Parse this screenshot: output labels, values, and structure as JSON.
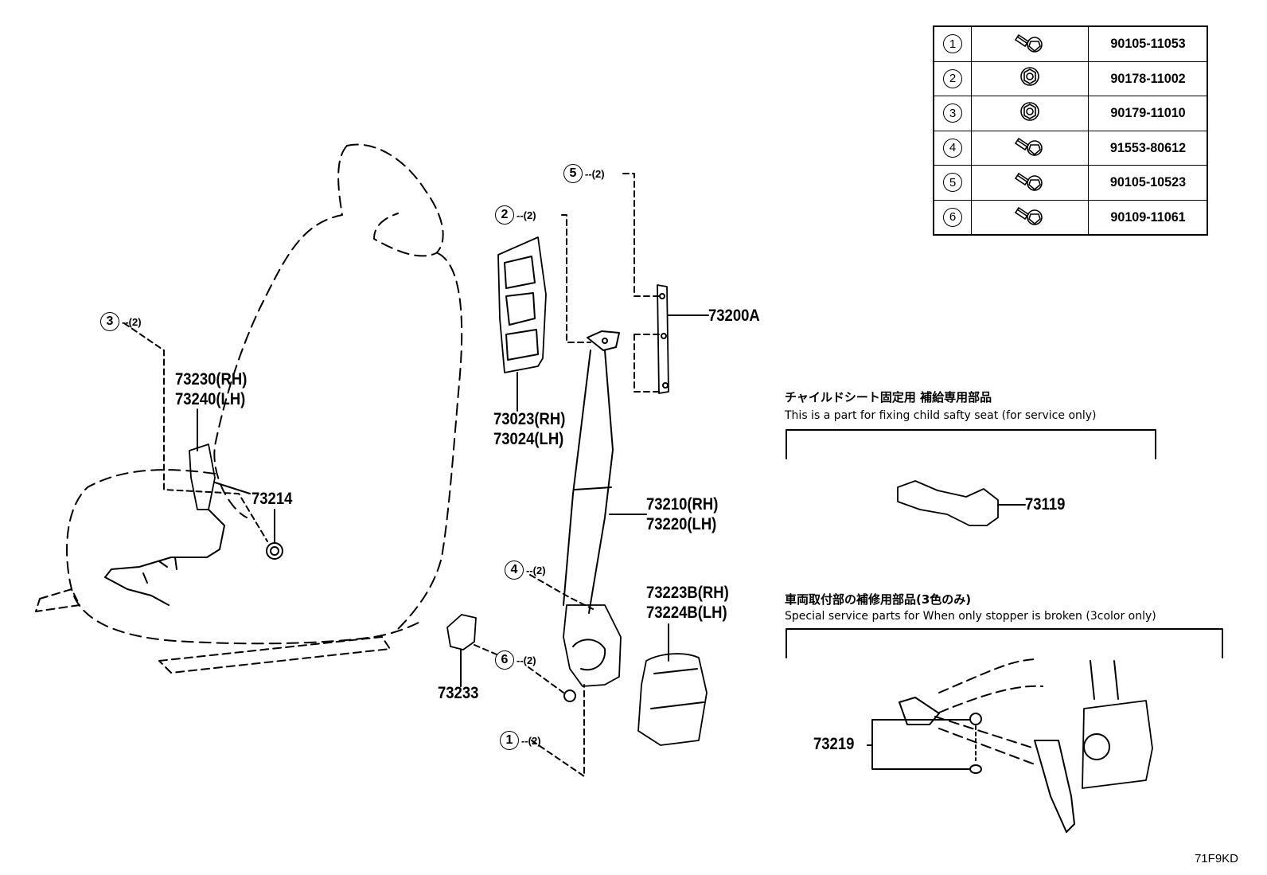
{
  "fastener_table": [
    {
      "num": "1",
      "icon": "bolt-icon",
      "part": "90105-11053"
    },
    {
      "num": "2",
      "icon": "nut-icon",
      "part": "90178-11002"
    },
    {
      "num": "3",
      "icon": "nut-icon",
      "part": "90179-11010"
    },
    {
      "num": "4",
      "icon": "bolt-icon",
      "part": "91553-80612"
    },
    {
      "num": "5",
      "icon": "bolt-icon",
      "part": "90105-10523"
    },
    {
      "num": "6",
      "icon": "bolt-icon",
      "part": "90109-11061"
    }
  ],
  "callouts": {
    "c5": {
      "num": "5",
      "qty": "--(2)"
    },
    "c2": {
      "num": "2",
      "qty": "--(2)"
    },
    "c3": {
      "num": "3",
      "qty": "--(2)"
    },
    "c4": {
      "num": "4",
      "qty": "--(2)"
    },
    "c6": {
      "num": "6",
      "qty": "--(2)"
    },
    "c1": {
      "num": "1",
      "qty": "--(2)"
    }
  },
  "labels": {
    "p73200A": "73200A",
    "p73230": "73230(RH)",
    "p73240": "73240(LH)",
    "p73023": "73023(RH)",
    "p73024": "73024(LH)",
    "p73214": "73214",
    "p73210": "73210(RH)",
    "p73220": "73220(LH)",
    "p73223B": "73223B(RH)",
    "p73224B": "73224B(LH)",
    "p73233": "73233",
    "p73119": "73119",
    "p73219": "73219"
  },
  "notes": {
    "child_seat_jp": "チャイルドシート固定用 補給専用部品",
    "child_seat_en": "This is a part for fixing child safty seat (for service only)",
    "stopper_jp": "車両取付部の補修用部品(3色のみ)",
    "stopper_en": "Special service parts for When only stopper is broken (3color only)"
  },
  "diagram_code": "71F9KD"
}
